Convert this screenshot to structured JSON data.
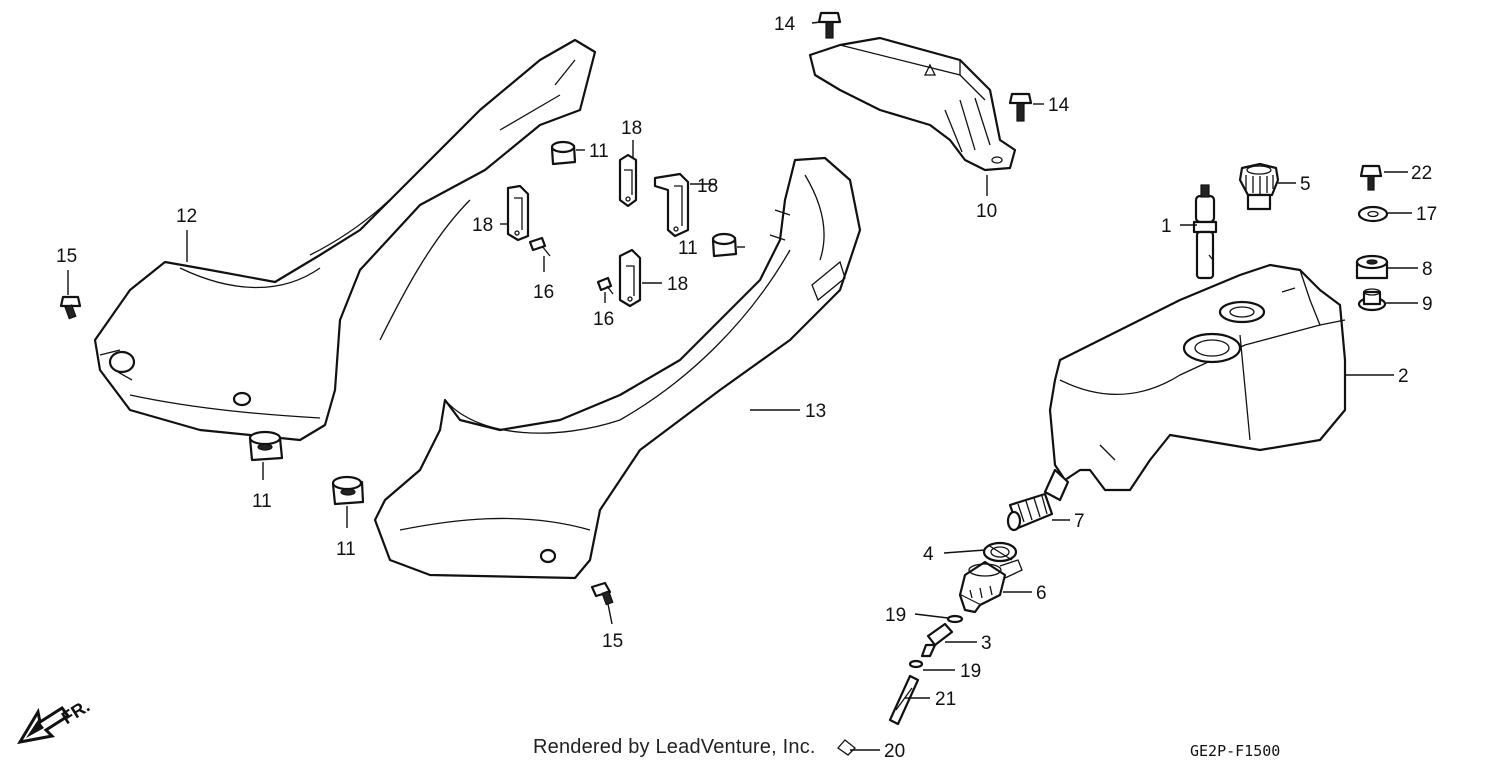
{
  "footer": {
    "credit": "Rendered by LeadVenture, Inc.",
    "diagram_code": "GE2P-F1500"
  },
  "direction_marker": {
    "text": "FR."
  },
  "callouts": {
    "c1": "1",
    "c2": "2",
    "c3": "3",
    "c4": "4",
    "c5": "5",
    "c6": "6",
    "c7": "7",
    "c8": "8",
    "c9": "9",
    "c10": "10",
    "c11a": "11",
    "c11b": "11",
    "c11c": "11",
    "c11d": "11",
    "c12": "12",
    "c13": "13",
    "c14a": "14",
    "c14b": "14",
    "c15a": "15",
    "c15b": "15",
    "c16a": "16",
    "c16b": "16",
    "c17": "17",
    "c18a": "18",
    "c18b": "18",
    "c18c": "18",
    "c18d": "18",
    "c19a": "19",
    "c19b": "19",
    "c20": "20",
    "c21": "21",
    "c22": "22"
  }
}
